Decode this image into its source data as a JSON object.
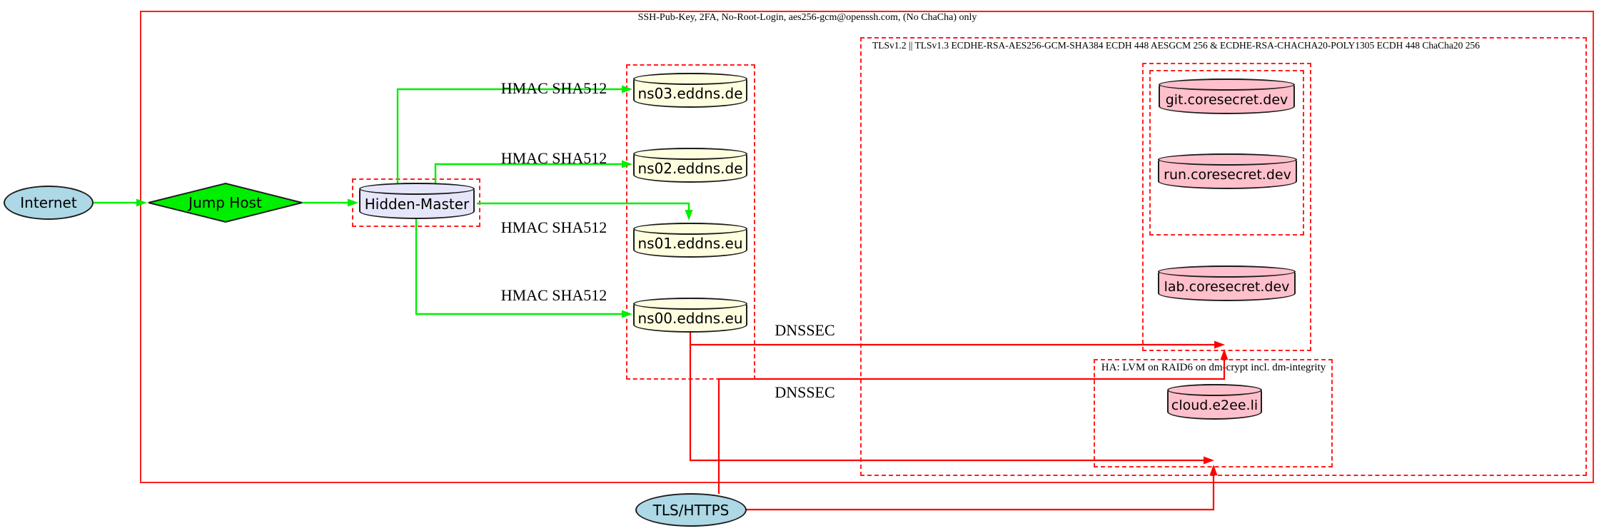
{
  "cluster_labels": {
    "outer_ssh": "SSH-Pub-Key, 2FA, No-Root-Login, aes256-gcm@openssh.com, (No ChaCha) only",
    "tls": "TLSv1.2 || TLSv1.3 ECDHE-RSA-AES256-GCM-SHA384 ECDH 448 AESGCM 256 & ECDHE-RSA-CHACHA20-POLY1305 ECDH 448 ChaCha20 256",
    "ha": "HA: LVM on RAID6 on dm-crypt incl. dm-integrity"
  },
  "nodes": {
    "internet": "Internet",
    "jump_host": "Jump Host",
    "hidden_master": "Hidden-Master",
    "ns03": "ns03.eddns.de",
    "ns02": "ns02.eddns.de",
    "ns01": "ns01.eddns.eu",
    "ns00": "ns00.eddns.eu",
    "git": "git.coresecret.dev",
    "run": "run.coresecret.dev",
    "lab": "lab.coresecret.dev",
    "cloud": "cloud.e2ee.li",
    "tls_https": "TLS/HTTPS"
  },
  "edge_labels": {
    "hmac": "HMAC SHA512",
    "dnssec": "DNSSEC"
  },
  "edges": [
    {
      "from": "Internet",
      "to": "Jump Host",
      "color": "#00ff00"
    },
    {
      "from": "Jump Host",
      "to": "Hidden-Master",
      "color": "#00ff00"
    },
    {
      "from": "Hidden-Master",
      "to": "ns03.eddns.de",
      "label": "HMAC SHA512",
      "color": "#00ff00"
    },
    {
      "from": "Hidden-Master",
      "to": "ns02.eddns.de",
      "label": "HMAC SHA512",
      "color": "#00ff00"
    },
    {
      "from": "Hidden-Master",
      "to": "ns01.eddns.eu",
      "label": "HMAC SHA512",
      "color": "#00ff00"
    },
    {
      "from": "Hidden-Master",
      "to": "ns00.eddns.eu",
      "label": "HMAC SHA512",
      "color": "#00ff00"
    },
    {
      "from": "ns00.eddns.eu",
      "to": "coresecret cluster",
      "label": "DNSSEC",
      "color": "#ff0000"
    },
    {
      "from": "ns00.eddns.eu",
      "to": "HA cluster",
      "label": "DNSSEC",
      "color": "#ff0000"
    },
    {
      "from": "TLS/HTTPS",
      "to": "coresecret cluster",
      "color": "#ff0000"
    },
    {
      "from": "TLS/HTTPS",
      "to": "HA cluster",
      "color": "#ff0000"
    }
  ],
  "colors": {
    "secure_edge_green": "#00ff00",
    "red_edge_and_borders": "#ff0000",
    "internet_fill": "#add8e6",
    "jump_host_fill": "#00ff00",
    "hidden_master_fill": "#e6e6fa",
    "dns_node_fill": "#ffffe0",
    "service_node_fill": "#ffc0cb"
  }
}
